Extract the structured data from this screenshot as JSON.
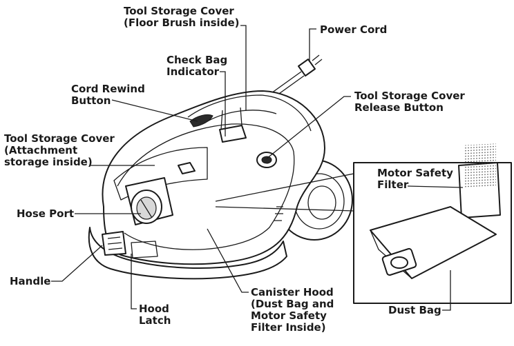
{
  "labels": {
    "tool_storage_cover_top": [
      "Tool Storage Cover",
      "(Floor Brush inside)"
    ],
    "power_cord": [
      "Power Cord"
    ],
    "check_bag_indicator": [
      "Check Bag",
      "Indicator"
    ],
    "cord_rewind_button": [
      "Cord Rewind",
      "Button"
    ],
    "tool_storage_cover_release": [
      "Tool Storage Cover",
      "Release Button"
    ],
    "tool_storage_cover_side": [
      "Tool Storage Cover",
      "(Attachment",
      "storage inside)"
    ],
    "motor_safety_filter": [
      "Motor Safety",
      "Filter"
    ],
    "hose_port": [
      "Hose Port"
    ],
    "handle": [
      "Handle"
    ],
    "hood_latch": [
      "Hood",
      "Latch"
    ],
    "canister_hood": [
      "Canister Hood",
      "(Dust Bag and",
      "Motor Safety",
      "Filter Inside)"
    ],
    "dust_bag": [
      "Dust Bag"
    ]
  }
}
